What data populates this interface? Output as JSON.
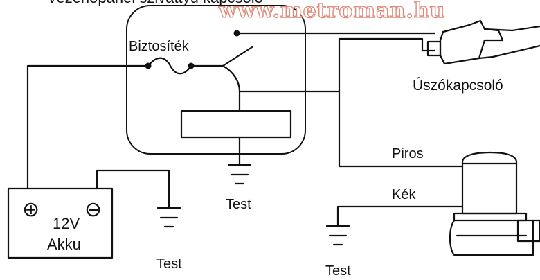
{
  "title": "Vezérlőpanel szivattyú kapcsoló",
  "watermark": "www.metroman.hu",
  "labels": {
    "fuse": "Biztosíték",
    "float_switch": "Úszókapcsoló",
    "red_wire": "Piros",
    "blue_wire": "Kék",
    "battery_voltage": "12V",
    "battery_name": "Akku",
    "ground_battery": "Test",
    "ground_relay": "Test",
    "ground_pump": "Test"
  },
  "symbols": {
    "battery_plus": "⊕",
    "battery_minus": "⊖"
  }
}
